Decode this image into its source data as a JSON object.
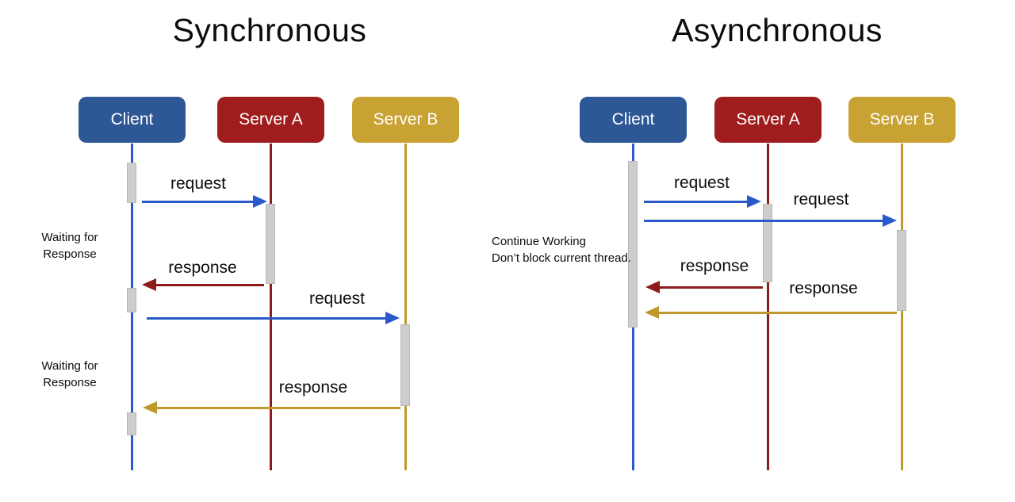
{
  "colors": {
    "client_blue": "#2d5795",
    "server_a_red": "#a01d1d",
    "server_b_gold": "#c8a233",
    "line_blue": "#2a59cc",
    "line_red": "#8f1a1a",
    "line_gold": "#bf992c",
    "activation_gray": "#cdcdcd"
  },
  "sync": {
    "title": "Synchronous",
    "actors": [
      {
        "label": "Client"
      },
      {
        "label": "Server A"
      },
      {
        "label": "Server B"
      }
    ],
    "messages": [
      {
        "label": "request",
        "from": "Client",
        "to": "Server A",
        "color": "blue"
      },
      {
        "label": "response",
        "from": "Server A",
        "to": "Client",
        "color": "red"
      },
      {
        "label": "request",
        "from": "Client",
        "to": "Server B",
        "color": "blue"
      },
      {
        "label": "response",
        "from": "Server B",
        "to": "Client",
        "color": "gold"
      }
    ],
    "notes": [
      {
        "line1": "Waiting for",
        "line2": "Response"
      },
      {
        "line1": "Waiting for",
        "line2": "Response"
      }
    ]
  },
  "async": {
    "title": "Asynchronous",
    "actors": [
      {
        "label": "Client"
      },
      {
        "label": "Server A"
      },
      {
        "label": "Server B"
      }
    ],
    "messages": [
      {
        "label": "request",
        "from": "Client",
        "to": "Server A",
        "color": "blue"
      },
      {
        "label": "request",
        "from": "Client",
        "to": "Server B",
        "color": "blue"
      },
      {
        "label": "response",
        "from": "Server A",
        "to": "Client",
        "color": "red"
      },
      {
        "label": "response",
        "from": "Server B",
        "to": "Client",
        "color": "gold"
      }
    ],
    "note": {
      "line1": "Continue Working",
      "line2": "Don’t block current thread."
    }
  }
}
